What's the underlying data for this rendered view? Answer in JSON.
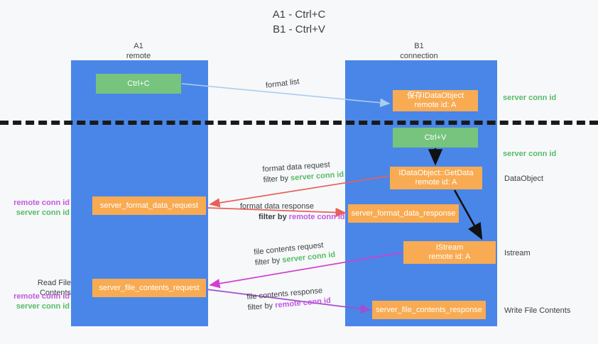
{
  "title": {
    "line1": "A1 - Ctrl+C",
    "line2": "B1 - Ctrl+V"
  },
  "colors": {
    "lane": "#4a86e8",
    "green_box": "#76c47e",
    "orange_box": "#f8ab52",
    "server_conn_id": "#57bb69",
    "remote_conn_id": "#c457e0",
    "arrow_red": "#e8605a",
    "arrow_magenta": "#d13fd1",
    "arrow_purple": "#a04fd1",
    "arrow_lightblue": "#a8cdef",
    "arrow_black": "#111111",
    "background": "#f7f8f9"
  },
  "lanes": [
    {
      "id": "a1",
      "title": "A1",
      "subtitle": "remote"
    },
    {
      "id": "b1",
      "title": "B1",
      "subtitle": "connection"
    }
  ],
  "boxes": {
    "ctrl_c": {
      "label": "Ctrl+C",
      "kind": "green"
    },
    "save_idataobject": {
      "line1": "保存IDataObject",
      "line2": "remote id: A",
      "kind": "orange"
    },
    "ctrl_v": {
      "label": "Ctrl+V",
      "kind": "green"
    },
    "getdata": {
      "line1": "IDataObject::GetData",
      "line2": "remote id: A",
      "kind": "orange"
    },
    "server_format_data_request": {
      "label": "server_format_data_request",
      "kind": "orange"
    },
    "server_format_data_response": {
      "label": "server_format_data_response",
      "kind": "orange"
    },
    "istream": {
      "line1": "IStream",
      "line2": "remote id: A",
      "kind": "orange"
    },
    "server_file_contents_request": {
      "label": "server_file_contents_request",
      "kind": "orange"
    },
    "server_file_contents_response": {
      "label": "server_file_contents_response",
      "kind": "orange"
    }
  },
  "edge_labels": {
    "format_list": "format list",
    "format_data_request": {
      "line1": "format data request",
      "filter_prefix": "filter by ",
      "filter_key": "server conn id"
    },
    "format_data_response": {
      "line1": "format data response",
      "filter_prefix": "filter by ",
      "filter_key": "remote conn id"
    },
    "file_contents_request": {
      "line1": "file contents request",
      "filter_prefix": "filter by ",
      "filter_key": "server conn id"
    },
    "file_contents_response": {
      "line1": "file contents response",
      "filter_prefix": "filter by ",
      "filter_key": "remote conn id"
    }
  },
  "annotations": {
    "server_conn_id_top": "server conn id",
    "server_conn_id_mid": "server conn id",
    "dataobject": "DataObject",
    "istream": "Istream",
    "write_file_contents": "Write File Contents",
    "read_file_contents": "Read File Contents",
    "remote_conn_id": "remote conn id",
    "server_conn_id": "server conn id"
  }
}
